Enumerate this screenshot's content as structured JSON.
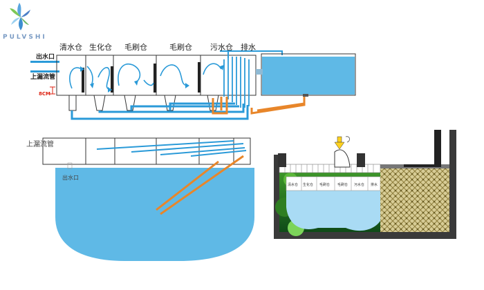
{
  "logo": {
    "text": "PULVSHI"
  },
  "top_diagram": {
    "chambers": [
      "清水仓",
      "生化仓",
      "毛刷仓",
      "毛刷仓",
      "污水仓",
      "排水"
    ],
    "outlet_label": "出水口",
    "overflow_label": "上漏流管",
    "height_label": "8CM"
  },
  "middle_diagram": {
    "overflow_label": "上漏流管",
    "outlet_label": "出水口"
  },
  "side_view": {
    "compartments": [
      "清水仓",
      "生化仓",
      "毛刷仓",
      "毛刷仓",
      "污水仓",
      "排水"
    ]
  },
  "colors": {
    "water": "#5fb9e6",
    "water_light": "#a9dbf4",
    "pipe_blue": "#2a9ad8",
    "pipe_orange": "#e8862a",
    "outline": "#333333",
    "bio_media": "#b9a96a"
  }
}
